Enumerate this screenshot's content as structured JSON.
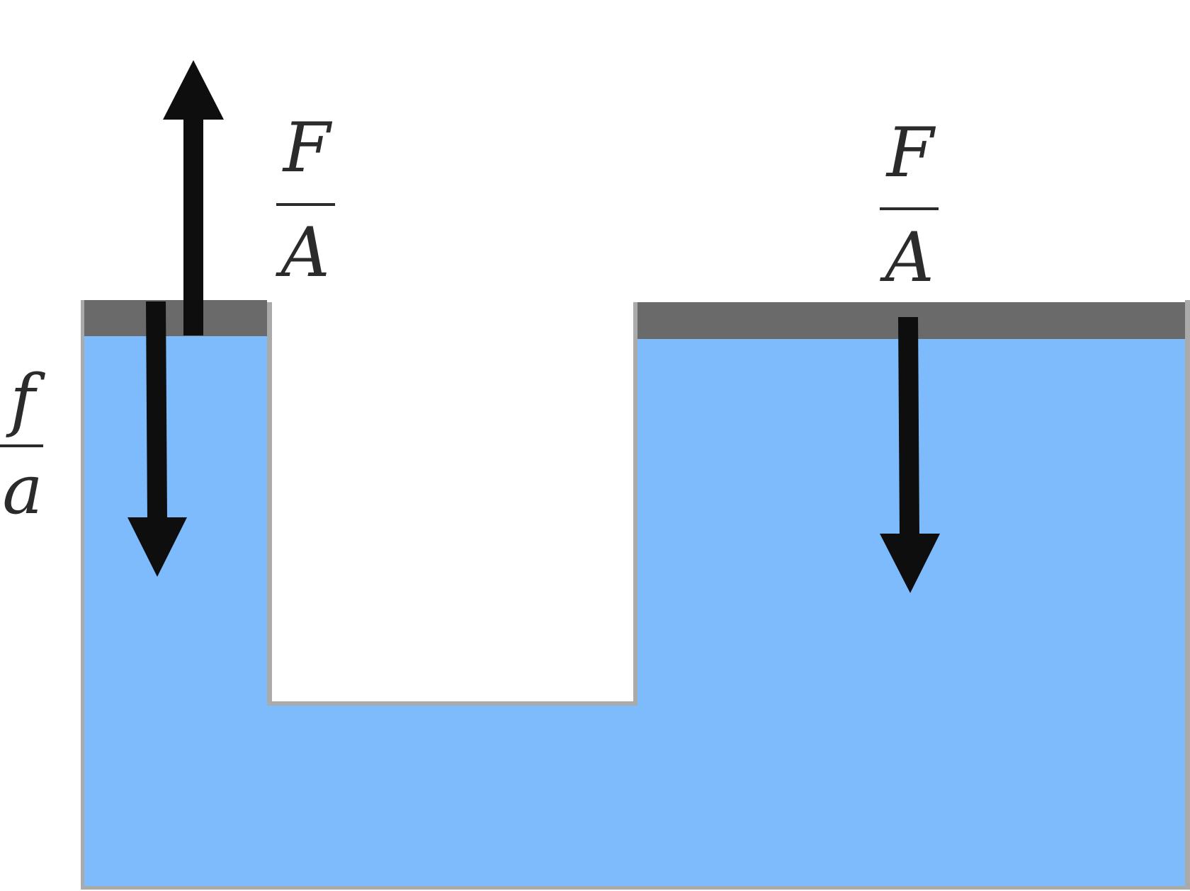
{
  "labels": {
    "left_pressure": {
      "numerator": "F",
      "denominator": "A"
    },
    "right_pressure": {
      "numerator": "F",
      "denominator": "A"
    },
    "piston_pressure": {
      "numerator": "f",
      "denominator": "a"
    }
  },
  "colors": {
    "fluid": "#7dbbfd",
    "piston": "#6a6a6a",
    "wall": "#aaaaaa",
    "arrow": "#0e0e0e",
    "text": "#2b2b2b",
    "background": "#ffffff"
  }
}
